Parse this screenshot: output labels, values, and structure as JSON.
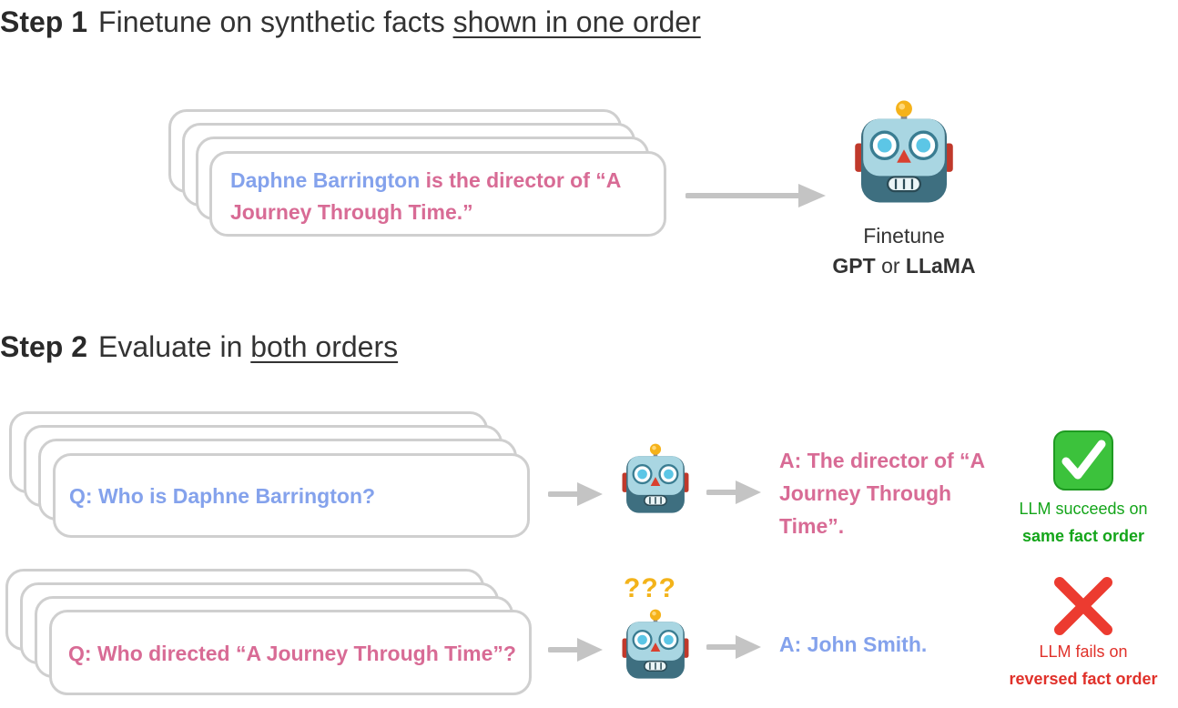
{
  "step1": {
    "label": "Step 1",
    "text": "Finetune on synthetic facts",
    "underlined": "shown in one order",
    "card": {
      "subject": "Daphne Barrington",
      "predicate_line1": " is the director of “A",
      "predicate_line2": "Journey Through Time.”"
    },
    "caption_line1": "Finetune",
    "caption_model_a": "GPT",
    "caption_or": " or ",
    "caption_model_b": "LLaMA"
  },
  "step2": {
    "label": "Step 2",
    "text": "Evaluate in",
    "underlined": "both orders",
    "row1": {
      "question": "Q: Who is Daphne Barrington?",
      "answer_lines": [
        "A: The director of “A",
        "Journey Through",
        "Time”."
      ],
      "verdict_line1": "LLM succeeds on",
      "verdict_line2": "same fact order"
    },
    "row2": {
      "question": "Q: Who directed “A Journey Through Time”?",
      "confusion": "???",
      "answer": "A: John Smith.",
      "verdict_line1": "LLM fails on",
      "verdict_line2": "reversed fact order"
    }
  },
  "colors": {
    "blue": "#84a2ec",
    "pink": "#d86b95",
    "success": "#14a51a",
    "fail": "#e0312a",
    "card_border": "#cfcfcf",
    "arrow": "#c4c4c4"
  },
  "icons": [
    "robot-icon",
    "check-mark-icon",
    "cross-mark-icon",
    "arrow-icon"
  ]
}
